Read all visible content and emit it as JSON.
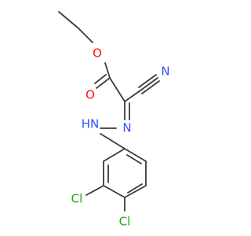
{
  "molecule": {
    "atoms": {
      "o_ether": "O",
      "o_carbonyl": "O",
      "n_nitrile": "N",
      "n_imine": "N",
      "nh": "HN",
      "cl_meta": "Cl",
      "cl_para": "Cl"
    },
    "colors": {
      "bond": "#3a3a3a",
      "oxygen": "#ff0d0d",
      "nitrogen": "#2f50f8",
      "chlorine": "#1fa71f"
    }
  }
}
